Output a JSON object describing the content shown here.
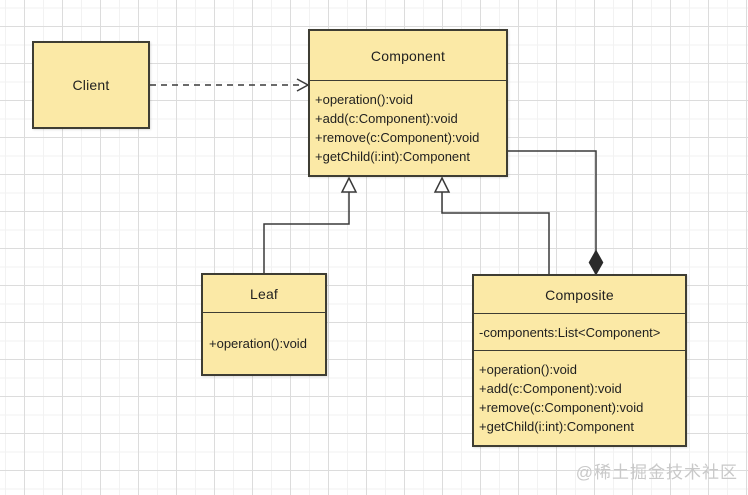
{
  "classes": {
    "client": {
      "name": "Client"
    },
    "component": {
      "name": "Component",
      "methods": [
        "+operation():void",
        "+add(c:Component):void",
        "+remove(c:Component):void",
        "+getChild(i:int):Component"
      ]
    },
    "leaf": {
      "name": "Leaf",
      "methods": [
        "+operation():void"
      ]
    },
    "composite": {
      "name": "Composite",
      "attributes": [
        "-components:List<Component>"
      ],
      "methods": [
        "+operation():void",
        "+add(c:Component):void",
        "+remove(c:Component):void",
        "+getChild(i:int):Component"
      ]
    }
  },
  "relationships": [
    {
      "type": "dependency",
      "from": "Client",
      "to": "Component",
      "line": "dashed",
      "head": "open-arrow"
    },
    {
      "type": "generalization",
      "from": "Leaf",
      "to": "Component",
      "line": "solid",
      "head": "hollow-triangle"
    },
    {
      "type": "generalization",
      "from": "Composite",
      "to": "Component",
      "line": "solid",
      "head": "hollow-triangle"
    },
    {
      "type": "composition",
      "from": "Component",
      "to": "Composite",
      "line": "solid",
      "head": "filled-diamond"
    }
  ],
  "watermark": {
    "text": "@稀土掘金技术社区"
  },
  "colors": {
    "class_fill": "#fbe9a6",
    "class_border": "#3e3d33",
    "connector": "#3a3a3a",
    "grid_minor": "#f2f2f2",
    "grid_major": "#dcdcdc",
    "canvas": "#ffffff",
    "watermark": "#c9c9c9"
  }
}
